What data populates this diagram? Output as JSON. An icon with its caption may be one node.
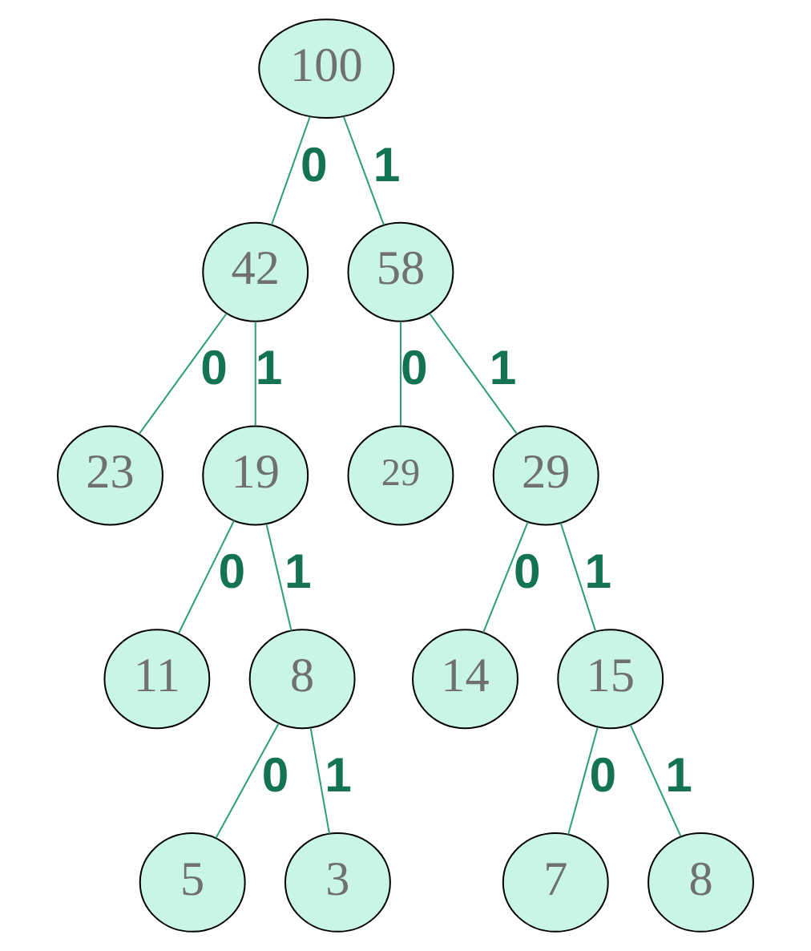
{
  "diagram": {
    "nodes": [
      {
        "text": [
          "100"
        ]
      },
      {
        "text": [
          "42"
        ]
      },
      {
        "text": [
          "58"
        ]
      },
      {
        "text": [
          "23"
        ]
      },
      {
        "text": [
          "19"
        ]
      },
      {
        "text": [
          "29"
        ]
      },
      {
        "text": [
          "29"
        ]
      },
      {
        "text": [
          "11"
        ]
      },
      {
        "text": [
          "8"
        ]
      },
      {
        "text": [
          "14"
        ]
      },
      {
        "text": [
          "15"
        ]
      },
      {
        "text": [
          "5"
        ]
      },
      {
        "text": [
          "3"
        ]
      },
      {
        "text": [
          "7"
        ]
      },
      {
        "text": [
          "8"
        ]
      }
    ],
    "edges": [
      {
        "from": 0,
        "to": 1,
        "arrow": "none",
        "label": "0"
      },
      {
        "from": 0,
        "to": 2,
        "arrow": "none",
        "label": "1"
      },
      {
        "from": 1,
        "to": 3,
        "arrow": "none",
        "label": "0"
      },
      {
        "from": 1,
        "to": 4,
        "arrow": "none",
        "label": "1"
      },
      {
        "from": 2,
        "to": 5,
        "arrow": "none",
        "label": "0"
      },
      {
        "from": 2,
        "to": 6,
        "arrow": "none",
        "label": "1"
      },
      {
        "from": 4,
        "to": 7,
        "arrow": "none",
        "label": "0"
      },
      {
        "from": 4,
        "to": 8,
        "arrow": "none",
        "label": "1"
      },
      {
        "from": 6,
        "to": 9,
        "arrow": "none",
        "label": "0"
      },
      {
        "from": 6,
        "to": 10,
        "arrow": "none",
        "label": "1"
      },
      {
        "from": 8,
        "to": 11,
        "arrow": "none",
        "label": "0"
      },
      {
        "from": 8,
        "to": 12,
        "arrow": "none",
        "label": "1"
      },
      {
        "from": 10,
        "to": 13,
        "arrow": "none",
        "label": "0"
      },
      {
        "from": 10,
        "to": 14,
        "arrow": "none",
        "label": "1"
      }
    ]
  }
}
